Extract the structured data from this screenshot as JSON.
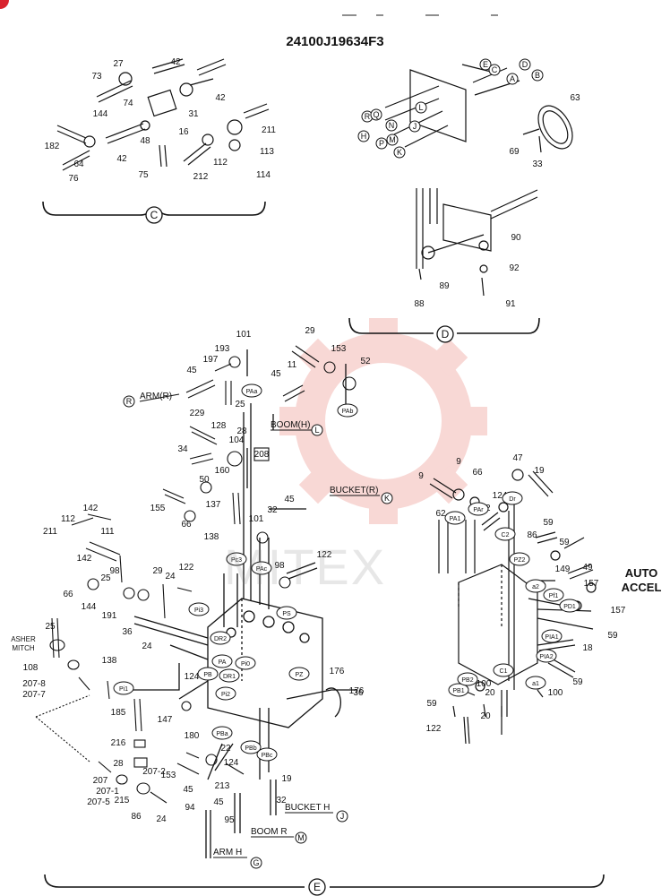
{
  "header": {
    "part_number": "24100J19634F3"
  },
  "watermark": {
    "text": "MITEX",
    "gear_color": "#f3b9b4"
  },
  "sections": {
    "C": "C",
    "D": "D",
    "E": "E"
  },
  "notes": {
    "auto_accel_1": "AUTO",
    "auto_accel_2": "ACCEL",
    "asher_1": "ASHER",
    "asher_2": "MITCH"
  },
  "lines": {
    "arm_r": "ARM(R)",
    "boom_h": "BOOM(H)",
    "bucket_r": "BUCKET(R)",
    "bucket_h": "BUCKET H",
    "boom_r": "BOOM R",
    "arm_h": "ARM H"
  },
  "circle_letters": {
    "R": "R",
    "L": "L",
    "K": "K",
    "J": "J",
    "M": "M",
    "G": "G",
    "E": "E",
    "C": "C",
    "A": "A",
    "B": "B",
    "D": "D",
    "Q": "Q",
    "N": "N",
    "P": "P",
    "H": "H"
  },
  "ports": {
    "PAa": "PAa",
    "PAb": "PAb",
    "Pc3": "Pc3",
    "PAc": "PAc",
    "PS": "PS",
    "Pi3": "Pi3",
    "DR2": "DR2",
    "PA": "PA",
    "Pi0": "Pi0",
    "PB": "PB",
    "DR1": "DR1",
    "Pi2": "Pi2",
    "PZ": "PZ",
    "Pi1": "Pi1",
    "PBa": "PBa",
    "PBb": "PBb",
    "PBc": "PBc",
    "PA1": "PA1",
    "PAr": "PAr",
    "Dr": "Dr",
    "C2": "C2",
    "PZ2": "PZ2",
    "a2": "a2",
    "Pf1": "Pf1",
    "PD1": "PD1",
    "PIA1": "PIA1",
    "PIA2": "PIA2",
    "C1": "C1",
    "a1": "a1",
    "PB1": "PB1",
    "PB2": "PB2"
  },
  "part_labels": [
    "27",
    "42",
    "73",
    "74",
    "31",
    "42",
    "144",
    "182",
    "64",
    "76",
    "42",
    "48",
    "16",
    "75",
    "211",
    "113",
    "112",
    "212",
    "114",
    "63",
    "69",
    "33",
    "90",
    "89",
    "92",
    "88",
    "91",
    "101",
    "193",
    "197",
    "45",
    "25",
    "29",
    "153",
    "11",
    "45",
    "52",
    "229",
    "128",
    "28",
    "104",
    "34",
    "208",
    "160",
    "50",
    "137",
    "155",
    "66",
    "138",
    "45",
    "32",
    "101",
    "98",
    "122",
    "112",
    "142",
    "211",
    "111",
    "142",
    "66",
    "25",
    "144",
    "98",
    "191",
    "29",
    "24",
    "122",
    "36",
    "24",
    "25",
    "108",
    "207-8",
    "207-7",
    "138",
    "124",
    "176",
    "185",
    "216",
    "28",
    "207-2",
    "207",
    "207-1",
    "207-5",
    "215",
    "86",
    "24",
    "147",
    "176",
    "36",
    "180",
    "22",
    "124",
    "153",
    "45",
    "213",
    "45",
    "94",
    "95",
    "32",
    "19",
    "9",
    "66",
    "47",
    "19",
    "9",
    "62",
    "124",
    "12",
    "59",
    "86",
    "59",
    "149",
    "49",
    "157",
    "157",
    "59",
    "18",
    "59",
    "100",
    "59",
    "100",
    "20",
    "20",
    "122"
  ]
}
